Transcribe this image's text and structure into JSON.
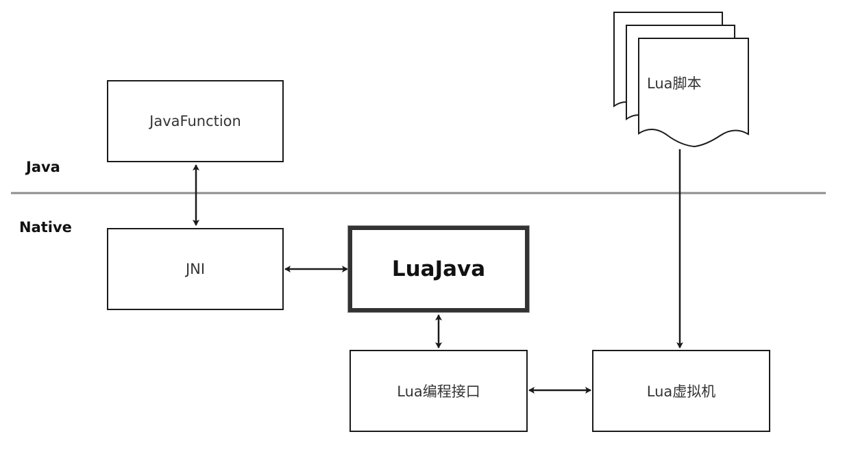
{
  "layers": {
    "top": "Java",
    "bottom": "Native"
  },
  "nodes": {
    "java_function": "JavaFunction",
    "jni": "JNI",
    "luajava": "LuaJava",
    "lua_api": "Lua编程接口",
    "lua_vm": "Lua虚拟机",
    "lua_script": "Lua脚本"
  },
  "edges": [
    {
      "from": "java_function",
      "to": "jni",
      "direction": "both"
    },
    {
      "from": "jni",
      "to": "luajava",
      "direction": "both"
    },
    {
      "from": "luajava",
      "to": "lua_api",
      "direction": "both"
    },
    {
      "from": "lua_api",
      "to": "lua_vm",
      "direction": "both"
    },
    {
      "from": "lua_script",
      "to": "lua_vm",
      "direction": "forward"
    }
  ],
  "colors": {
    "stroke": "#1a1a1a",
    "divider": "#8c8c8c"
  }
}
